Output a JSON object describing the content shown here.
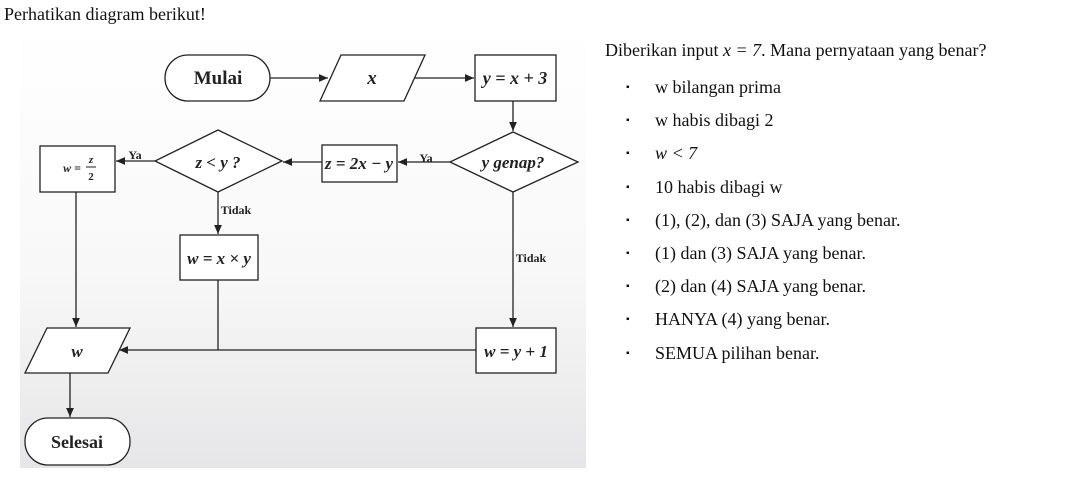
{
  "intro": "Perhatikan diagram berikut!",
  "diagram": {
    "start": "Mulai",
    "input": "x",
    "step_y": "y = x + 3",
    "decision_even": "y genap?",
    "step_z": "z = 2x − y",
    "decision_less": "z < y ?",
    "step_w_half_lhs": "w =",
    "step_w_half_num": "z",
    "step_w_half_den": "2",
    "step_w_mul": "w = x × y",
    "step_w_plus": "w = y + 1",
    "output": "w",
    "end": "Selesai",
    "yes_label": "Ya",
    "no_label": "Tidak"
  },
  "question": {
    "prefix": "Diberikan input ",
    "math": "x = 7",
    "suffix": ". Mana pernyataan yang benar?"
  },
  "options": [
    "w bilangan prima",
    "w habis dibagi 2",
    "w < 7",
    "10 habis dibagi w",
    "(1), (2), dan (3) SAJA yang benar.",
    "(1) dan (3) SAJA yang benar.",
    "(2) dan (4) SAJA yang benar.",
    "HANYA (4) yang benar.",
    "SEMUA pilihan benar."
  ],
  "bullet": "▪"
}
